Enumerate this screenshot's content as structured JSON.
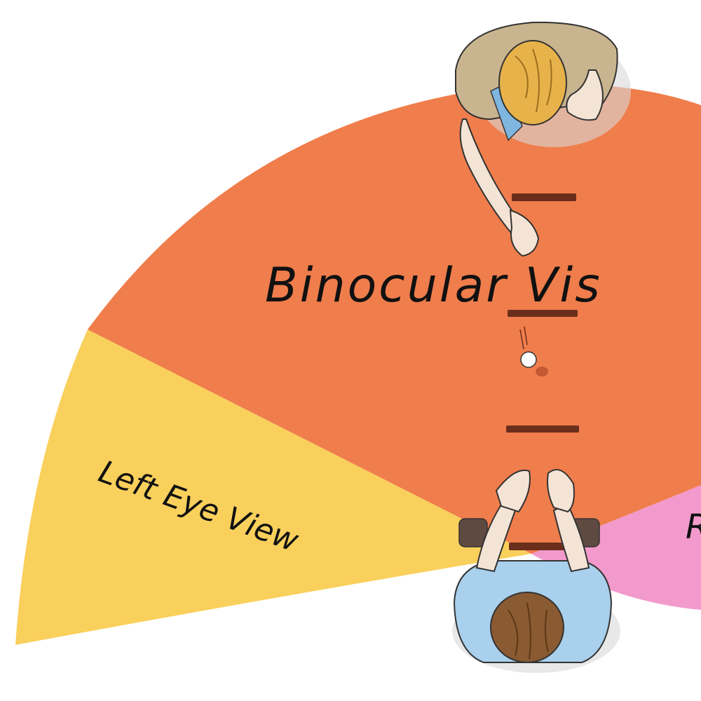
{
  "labels": {
    "binocular": "Binocular Vis",
    "left_eye": "Left Eye View",
    "right_eye_partial": "R"
  },
  "colors": {
    "binocular_zone": "#F07D4C",
    "left_eye_zone": "#F9D05C",
    "right_eye_zone": "#F29ACB",
    "background": "#FFFFFF",
    "table_line": "#6B2E1C",
    "ball": "#FFFFFF",
    "shirt_top_person": "#C8B48E",
    "shirt_bottom_person": "#A9D0EC",
    "hair_top_person": "#E8B24A",
    "hair_bottom_person": "#8A5A32",
    "skin": "#F4E4D6",
    "label_text": "#111111"
  },
  "figures": {
    "top_person": "person-top-view-facing-down",
    "bottom_person": "person-top-view-facing-up",
    "ball": "ping-pong-ball"
  }
}
